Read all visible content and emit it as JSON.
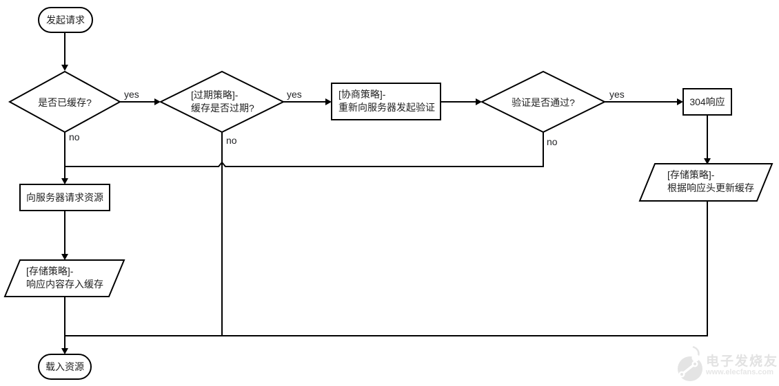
{
  "diagram": {
    "nodes": {
      "start": "发起请求",
      "cache_check": "是否已缓存?",
      "expire_check": "[过期策略]-\n缓存是否过期?",
      "negotiate": "[协商策略]-\n重新向服务器发起验证",
      "validate_check": "验证是否通过?",
      "resp304": "304响应",
      "store_update": "[存储策略]-\n根据响应头更新缓存",
      "request_server": "向服务器请求资源",
      "store_save": "[存储策略]-\n响应内容存入缓存",
      "end": "载入资源"
    },
    "edge_labels": {
      "cache_yes": "yes",
      "cache_no": "no",
      "expire_yes": "yes",
      "expire_no": "no",
      "validate_yes": "yes",
      "validate_no": "no"
    }
  },
  "watermark": {
    "brand": "电子发烧友",
    "url": "www.elecfans.com"
  },
  "colors": {
    "line": "#000000",
    "shape_fill": "#ffffff",
    "text": "#1f1f1f",
    "watermark": "#e2e2e2",
    "background": "#ffffff"
  }
}
